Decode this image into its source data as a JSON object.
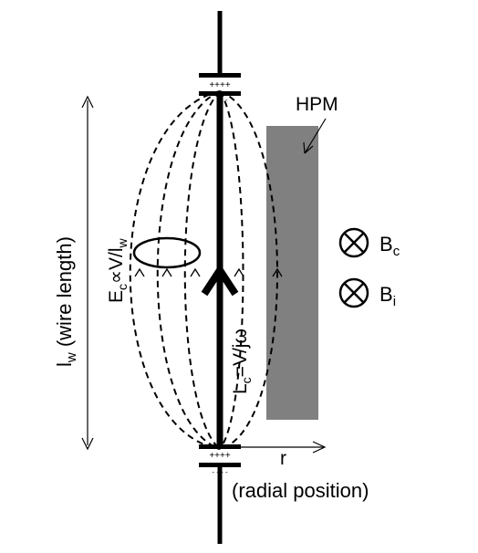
{
  "labels": {
    "hpm": "HPM",
    "b_c_base": "B",
    "b_c_sub": "c",
    "b_i_base": "B",
    "b_i_sub": "i",
    "r": "r",
    "radial_position": "(radial position)",
    "wire_length_base": "l",
    "wire_length_sub": "w",
    "wire_length_rest": " (wire length)",
    "ec_base": "E",
    "ec_sub": "c",
    "ec_mid": "∝V/l",
    "ec_sub2": "w",
    "lc_base": "L",
    "lc_sub": "c",
    "lc_rest": "=V/jω",
    "plate_charge_top": "++++",
    "plate_charge_bottom": "++++",
    "minus_top": "- - - -",
    "minus_bottom": "- - - -"
  },
  "colors": {
    "hpm_fill": "#808080",
    "line": "#000000"
  }
}
